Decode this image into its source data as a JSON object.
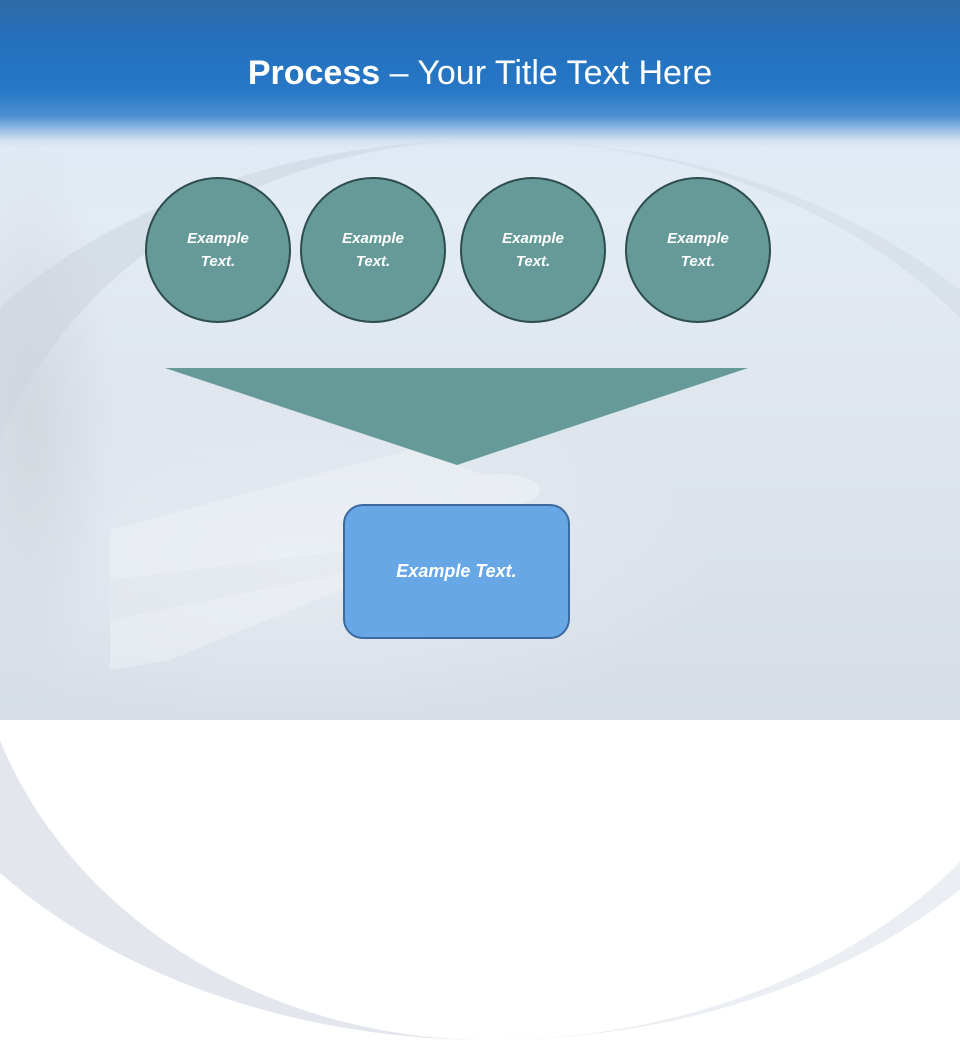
{
  "slide": {
    "title_bold": "Process",
    "title_rest": " – Your Title Text Here"
  },
  "diagram": {
    "circles": [
      {
        "line1": "Example",
        "line2": "Text."
      },
      {
        "line1": "Example",
        "line2": "Text."
      },
      {
        "line1": "Example",
        "line2": "Text."
      },
      {
        "line1": "Example",
        "line2": "Text."
      }
    ],
    "funnel_color": "#669a98",
    "result_box": {
      "label": "Example Text.",
      "color": "#67a7e6"
    }
  },
  "colors": {
    "header": "#2677c6",
    "circle_fill": "#669a98",
    "circle_border": "#2d4c4c",
    "box_border": "#3d6a9e"
  }
}
